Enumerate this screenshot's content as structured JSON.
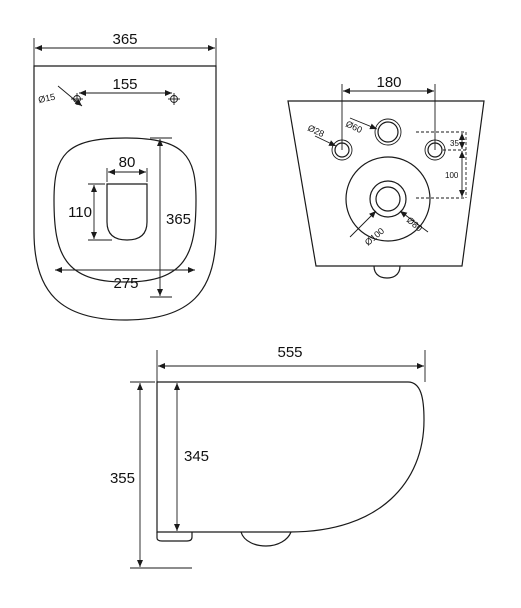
{
  "top_view": {
    "overall_width": "365",
    "hole_spacing": "155",
    "hole_diameter": "Ø15",
    "opening_width": "80",
    "opening_length": "110",
    "seat_width": "275",
    "seat_length": "365"
  },
  "rear_view": {
    "pipe_spacing": "180",
    "pipe_diameter": "Ø28",
    "inlet_diameter": "Ø60",
    "vertical_offset": "35",
    "center_height": "100",
    "outlet_inner_diameter": "Ø80",
    "outlet_outer_diameter": "Ø100"
  },
  "side_view": {
    "overall_length": "555",
    "overall_height": "355",
    "bowl_height": "345"
  }
}
